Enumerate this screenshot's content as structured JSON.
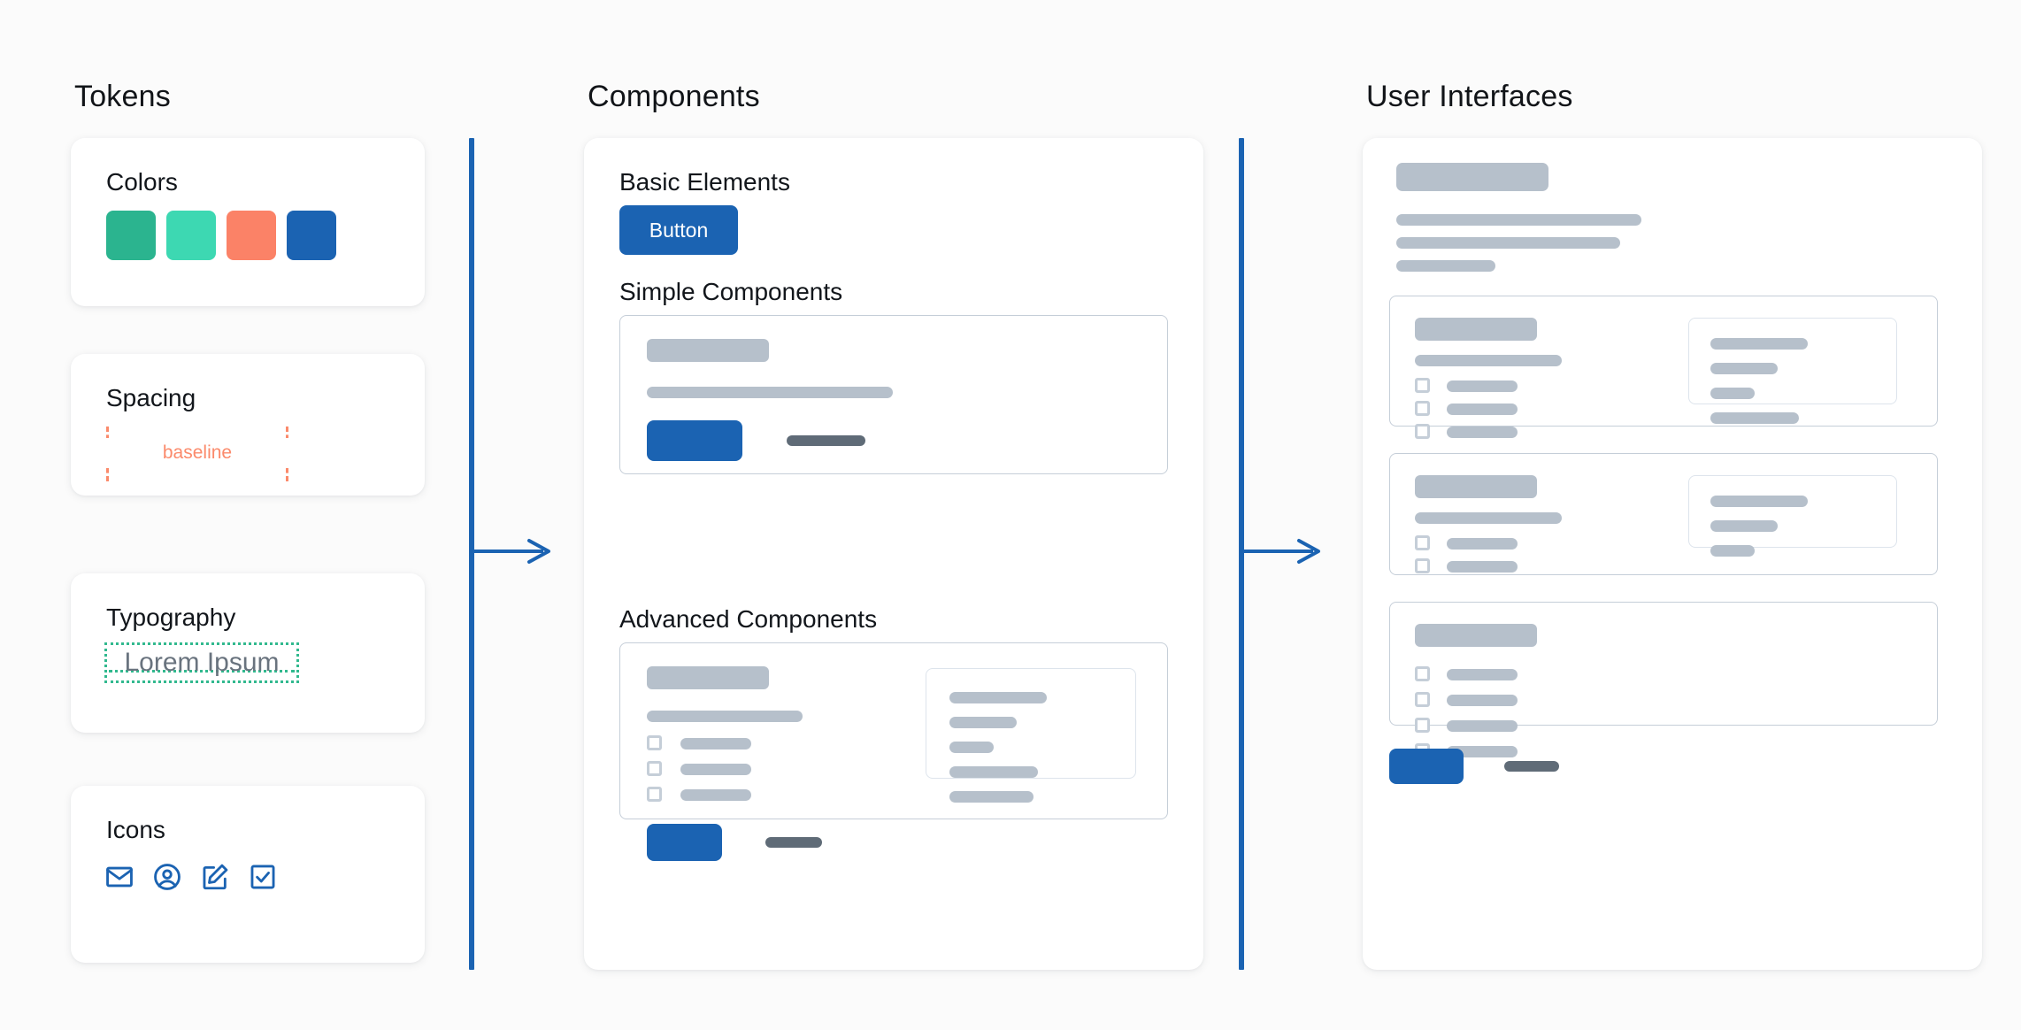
{
  "page": {
    "background": "#fbfbfb",
    "accent_blue": "#1B63B2",
    "skeleton_gray": "#b6c0cb",
    "link_gray": "#5f6b77",
    "border_gray": "#c5ced8"
  },
  "columns": {
    "tokens_heading": "Tokens",
    "components_heading": "Components",
    "uis_heading": "User Interfaces"
  },
  "connectors": {
    "arrow_1_name": "arrow-tokens-to-components",
    "arrow_2_name": "arrow-components-to-uis"
  },
  "tokens": {
    "colors": {
      "title": "Colors",
      "swatches": [
        {
          "name": "green",
          "hex": "#2BB48F"
        },
        {
          "name": "mint",
          "hex": "#3DD8B2"
        },
        {
          "name": "coral",
          "hex": "#FB8267"
        },
        {
          "name": "blue",
          "hex": "#1B63B2"
        }
      ]
    },
    "spacing": {
      "title": "Spacing",
      "baseline_label": "baseline",
      "marker_color": "#FB8A6B"
    },
    "typography": {
      "title": "Typography",
      "sample_text": "Lorem Ipsum",
      "sample_color": "#69737e",
      "guide_color": "#31B98E"
    },
    "icons": {
      "title": "Icons",
      "color": "#1B63B2",
      "items": [
        {
          "name": "mail-icon",
          "label": "Mail"
        },
        {
          "name": "user-circle-icon",
          "label": "Account"
        },
        {
          "name": "edit-square-icon",
          "label": "Edit"
        },
        {
          "name": "checkbox-checked-icon",
          "label": "Checkbox"
        }
      ]
    }
  },
  "components": {
    "sections": {
      "basic": "Basic Elements",
      "simple": "Simple Components",
      "advanced": "Advanced Components"
    },
    "button_label": "Button",
    "simple_panel": {
      "title_width": 138,
      "body_widths": [
        278
      ],
      "has_button": true,
      "link_width": 89
    },
    "advanced_panel": {
      "title_width": 138,
      "body_widths": [
        176
      ],
      "checkbox_rows": 3,
      "checkbox_label_width": 80,
      "has_button": true,
      "link_width": 64,
      "sidepanel_line_widths": [
        110,
        76,
        50,
        100,
        95
      ]
    }
  },
  "user_interfaces": {
    "header_block_width": 172,
    "header_lines": [
      277,
      253,
      112
    ],
    "panels": [
      {
        "name": "ui-panel-1",
        "title_width": 138,
        "body_widths": [
          166
        ],
        "checkbox_rows": 3,
        "checkbox_label_width": 80,
        "sidepanel_line_widths": [
          110,
          76,
          50,
          100
        ]
      },
      {
        "name": "ui-panel-2",
        "title_width": 138,
        "body_widths": [
          166
        ],
        "checkbox_rows": 2,
        "checkbox_label_width": 80,
        "sidepanel_line_widths": [
          110,
          76,
          50
        ]
      },
      {
        "name": "ui-panel-3",
        "title_width": 138,
        "body_widths": [],
        "checkbox_rows": 4,
        "checkbox_label_width": 80,
        "sidepanel_line_widths": []
      }
    ],
    "footer": {
      "has_button": true,
      "link_width": 62
    }
  }
}
